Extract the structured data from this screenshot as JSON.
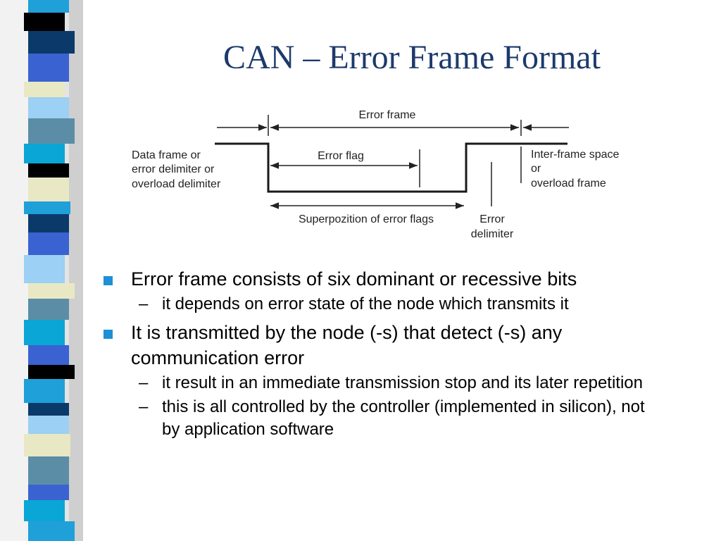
{
  "slide": {
    "title": "CAN – Error Frame Format"
  },
  "diagram": {
    "labels": {
      "error_frame": "Error frame",
      "error_flag": "Error flag",
      "left_line1": "Data frame or",
      "left_line2": "error delimiter or",
      "left_line3": "overload delimiter",
      "right_line1": "Inter-frame space",
      "right_line2": "or",
      "right_line3": "overload frame",
      "superposition": "Superpozition of error flags",
      "delimiter_line1": "Error",
      "delimiter_line2": "delimiter"
    }
  },
  "bullets": {
    "item1": {
      "text": "Error frame consists of six dominant or recessive bits",
      "sub1": "it depends on error state of the node which transmits it"
    },
    "item2": {
      "text": "It is transmitted by the node (-s) that detect (-s) any communication error",
      "sub1": "it result in an immediate transmission stop and its later repetition",
      "sub2": "this is all controlled by the controller (implemented in silicon), not by application software"
    },
    "sub_marker": "–"
  },
  "colors": {
    "title": "#1c3a6b",
    "bullet_marker": "#1f8fd6",
    "stripe_palette": [
      "#1fa0d8",
      "#0b3a6a",
      "#3a62d0",
      "#e8e8c4",
      "#000000",
      "#5b8ea6",
      "#9cd0f4",
      "#0aa6d6"
    ]
  }
}
